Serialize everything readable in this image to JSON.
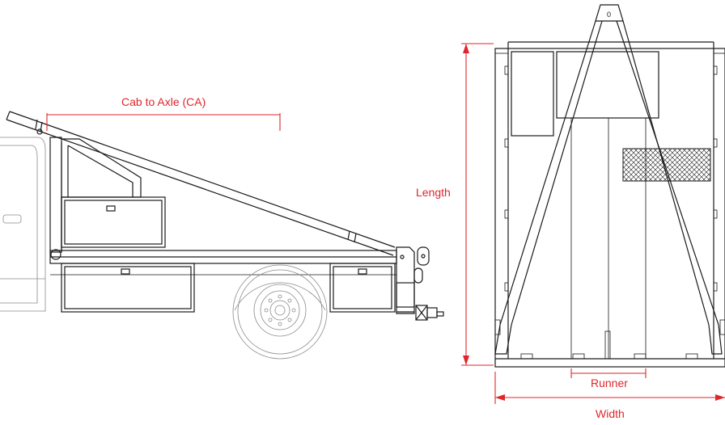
{
  "labels": {
    "cab_to_axle": "Cab to Axle (CA)",
    "length": "Length",
    "runner": "Runner",
    "width": "Width"
  },
  "colors": {
    "dimension": "#e0262b",
    "linework": "#1a1a1a",
    "ghost": "#8a8a8a",
    "background": "#ffffff"
  }
}
